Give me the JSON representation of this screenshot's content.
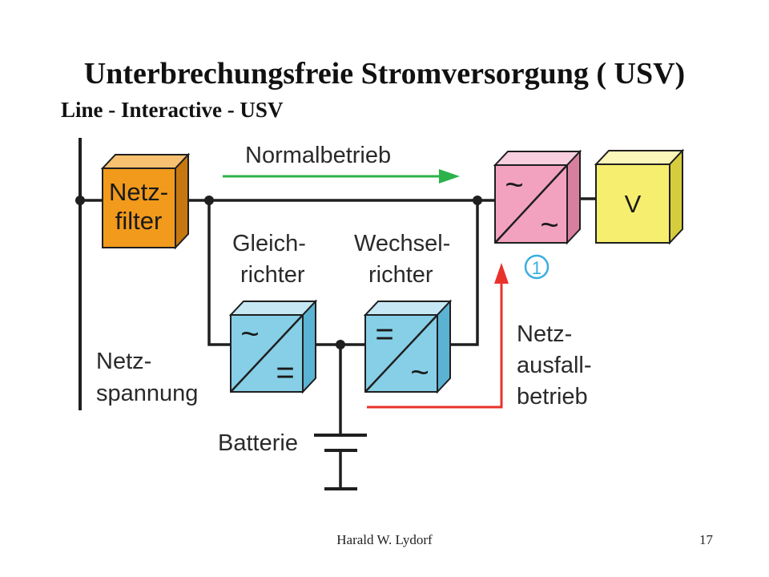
{
  "slide": {
    "title": "Unterbrechungsfreie Stromversorgung ( USV)",
    "subtitle": "Line - Interactive - USV",
    "author": "Harald W. Lydorf",
    "page_number": "17"
  },
  "diagram": {
    "normal_label": "Normalbetrieb",
    "netzfilter": [
      "Netz-",
      "filter"
    ],
    "gleichrichter": [
      "Gleich-",
      "richter"
    ],
    "wechselrichter": [
      "Wechsel-",
      "richter"
    ],
    "netzspannung": [
      "Netz-",
      "spannung"
    ],
    "netzausfall": [
      "Netz-",
      "ausfall-",
      "betrieb"
    ],
    "batterie": "Batterie",
    "verbraucher": "V",
    "marker": "1",
    "sym_ac": "~",
    "sym_dc": "=",
    "colors": {
      "netzfilter": "#f29a1c",
      "rectifier": "#86cfe7",
      "converter": "#f2a2bf",
      "load": "#f6ee6e",
      "normal_arrow": "#2bb34a",
      "failure_arrow": "#e8322b",
      "marker": "#3aaede"
    }
  }
}
